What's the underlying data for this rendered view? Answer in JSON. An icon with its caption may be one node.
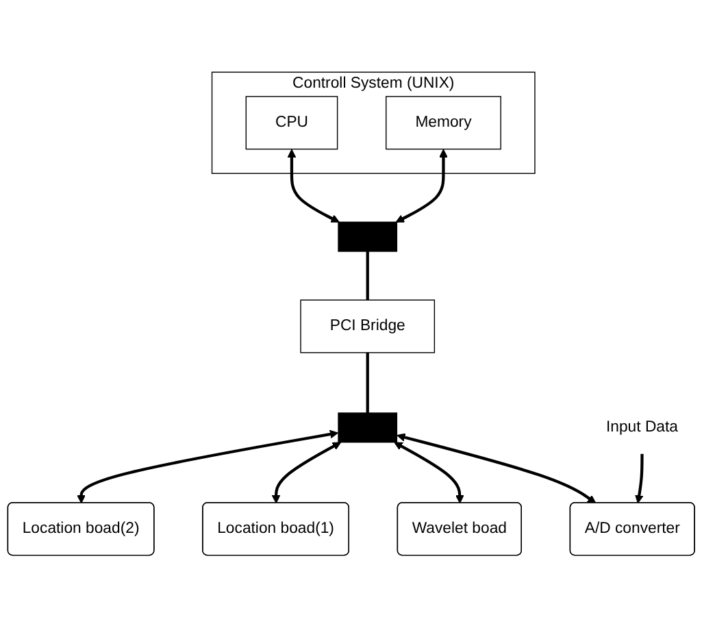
{
  "diagram": {
    "nodes": [
      {
        "text": [
          "Controll System (UNIX)"
        ]
      },
      {
        "text": [
          "CPU"
        ],
        "in": 0
      },
      {
        "text": [
          "Memory"
        ],
        "in": 0
      },
      {
        "text": [],
        "shape": "bar"
      },
      {
        "text": [
          "PCI Bridge"
        ]
      },
      {
        "text": [],
        "shape": "bar"
      },
      {
        "text": [
          "A/D converter"
        ]
      },
      {
        "text": [
          "Wavelet boad"
        ]
      },
      {
        "text": [
          "Location boad(1)"
        ]
      },
      {
        "text": [
          "Location boad(2)"
        ]
      },
      {
        "text": [
          "Input Data"
        ]
      }
    ],
    "edges": [
      {
        "from": 1,
        "to": 3,
        "arrow": "both"
      },
      {
        "from": 2,
        "to": 3,
        "arrow": "both"
      },
      {
        "from": 3,
        "to": 4,
        "arrow": "none"
      },
      {
        "from": 4,
        "to": 5,
        "arrow": "none"
      },
      {
        "from": 5,
        "to": 6,
        "arrow": "both"
      },
      {
        "from": 5,
        "to": 7,
        "arrow": "both"
      },
      {
        "from": 5,
        "to": 8,
        "arrow": "both"
      },
      {
        "from": 5,
        "to": 9,
        "arrow": "both"
      },
      {
        "from": 10,
        "to": 6,
        "arrow": "to"
      }
    ]
  }
}
